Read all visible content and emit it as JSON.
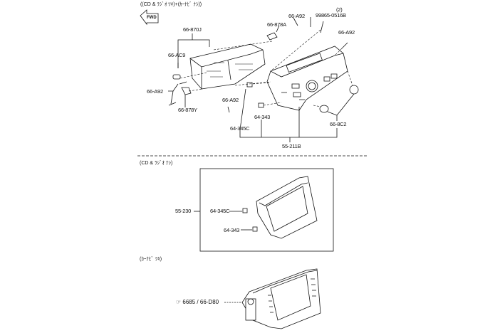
{
  "sections": [
    {
      "header": "((CD & ﾗｼﾞｵ ﾂｷ)+(ｶｰﾅﾋﾞ ﾅｼ))"
    },
    {
      "header": "(CD & ﾗｼﾞｵ ﾅｼ)"
    },
    {
      "header": "(ｶｰﾅﾋﾞ ﾂｷ)"
    }
  ],
  "fwd_label": "FWD",
  "parts_top": {
    "p870j": "66-870J",
    "pac9": "66-AC9",
    "pa92_left": "66-A92",
    "p878y": "66-878Y",
    "p878a": "66-878A",
    "pa92_top": "66-A92",
    "qty": "(2)",
    "p99865": "99865-0516B",
    "pa92_right": "66-A92",
    "pa92_mid": "66-A92",
    "p64343": "64-343",
    "p64345c": "64-345C",
    "p8c2": "66-8C2",
    "p211b": "55-211B"
  },
  "parts_mid": {
    "p230": "55-230",
    "p64345c": "64-345C",
    "p64343": "64-343"
  },
  "parts_bottom": {
    "ref_symbol": "☞",
    "ref": "6685 / 66-D80"
  }
}
